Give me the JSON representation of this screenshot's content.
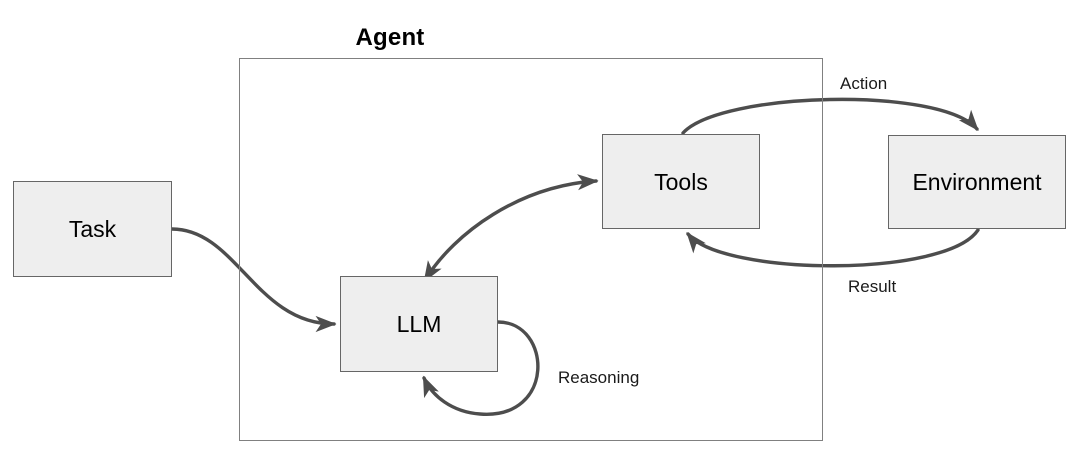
{
  "diagram": {
    "title": "Agent",
    "boundary_label": "Agent",
    "nodes": [
      {
        "id": "task",
        "label": "Task"
      },
      {
        "id": "llm",
        "label": "LLM"
      },
      {
        "id": "tools",
        "label": "Tools"
      },
      {
        "id": "environment",
        "label": "Environment"
      }
    ],
    "edge_labels": {
      "action": "Action",
      "result": "Result",
      "reasoning": "Reasoning"
    },
    "colors": {
      "node_fill": "#eeeeee",
      "node_stroke": "#666666",
      "boundary_stroke": "#808080",
      "edge_stroke": "#4d4d4d",
      "text": "#000000",
      "background": "#ffffff"
    }
  }
}
